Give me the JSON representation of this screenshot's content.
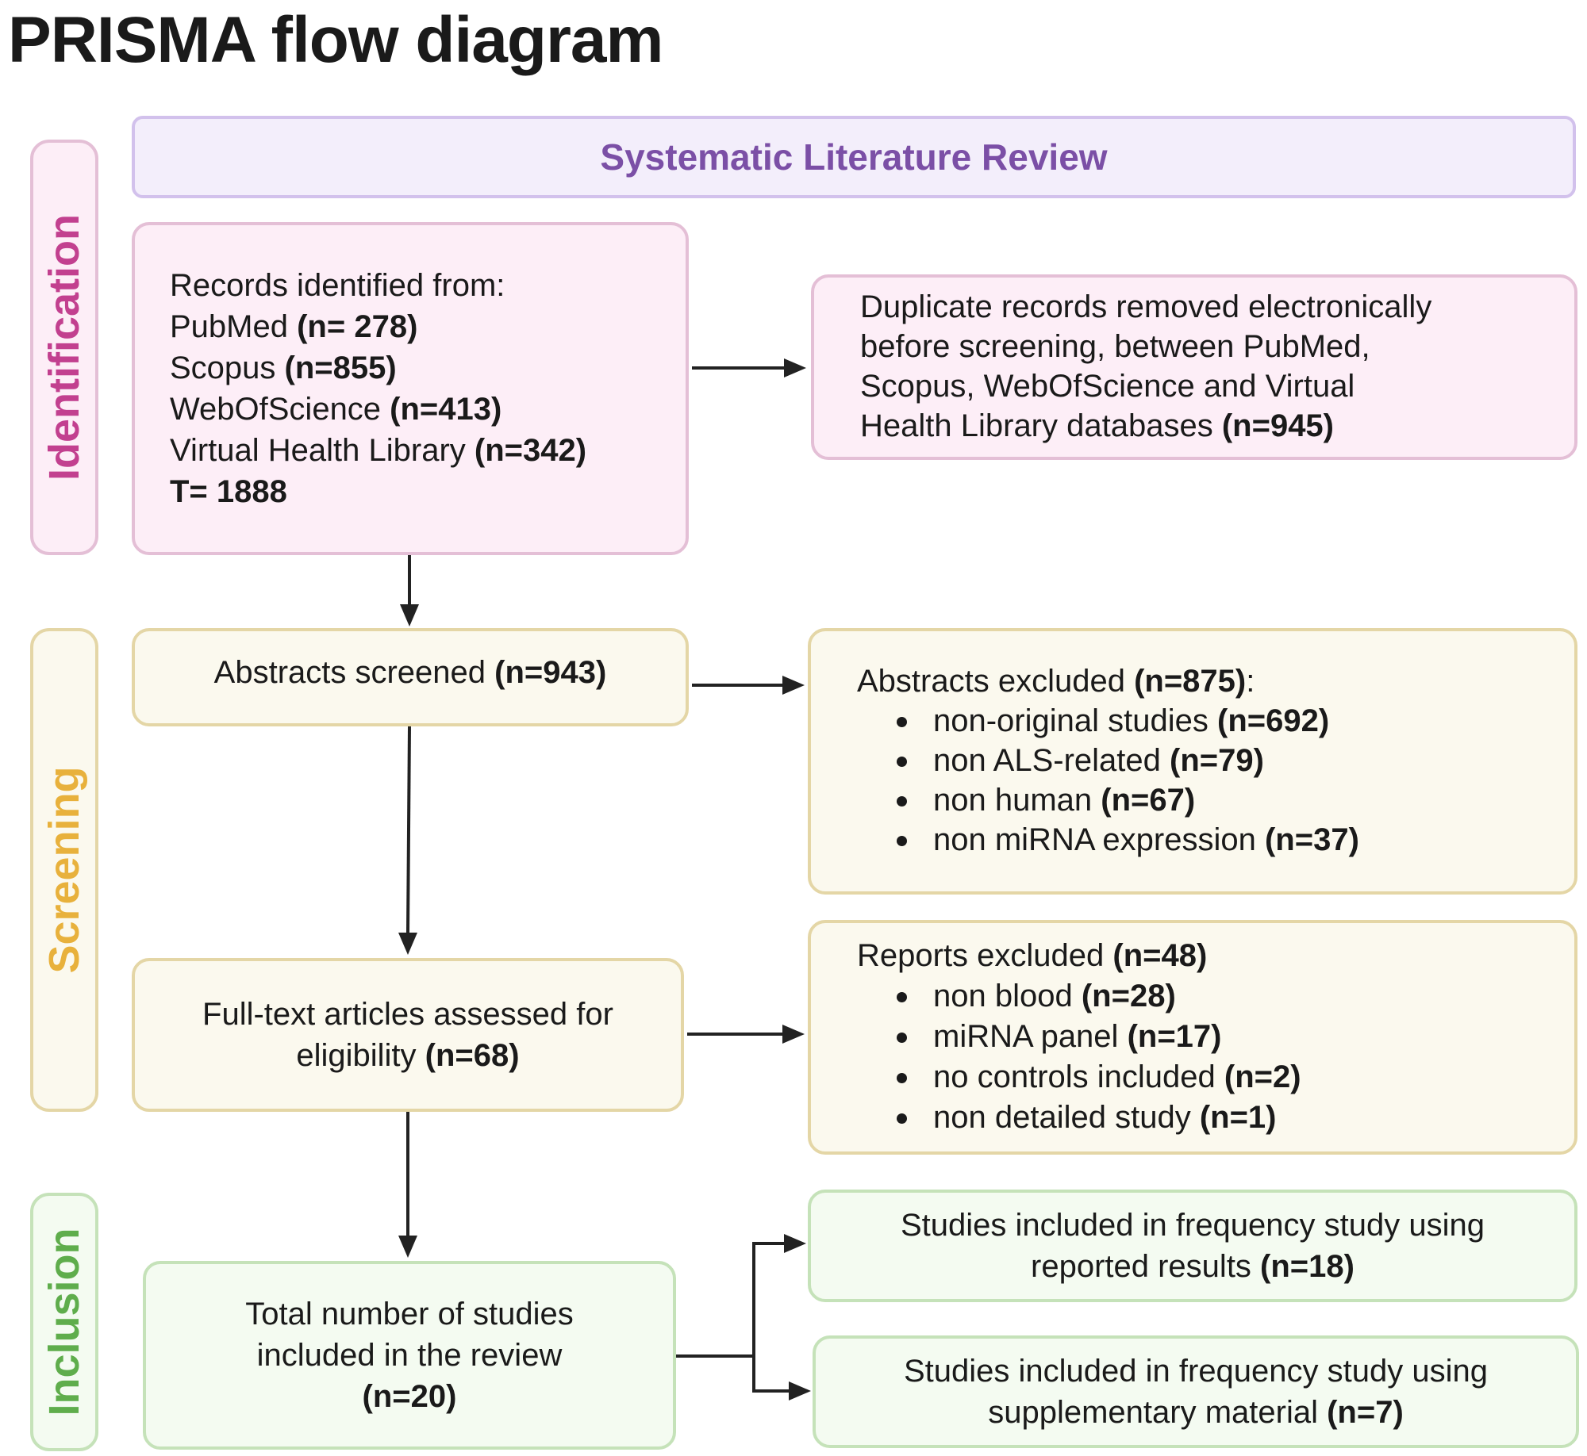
{
  "title": "PRISMA flow diagram",
  "header": {
    "label": "Systematic Literature Review"
  },
  "phases": {
    "identification": "Identification",
    "screening": "Screening",
    "inclusion": "Inclusion"
  },
  "records": {
    "heading": "Records identified from:",
    "sources": [
      {
        "name": "PubMed ",
        "count": "(n= 278)"
      },
      {
        "name": "Scopus ",
        "count": "(n=855)"
      },
      {
        "name": "WebOfScience ",
        "count": "(n=413)"
      },
      {
        "name": "Virtual Health Library ",
        "count": "(n=342)"
      }
    ],
    "total": "T= 1888"
  },
  "duplicates": {
    "lines": [
      "Duplicate records removed electronically",
      "before screening, between PubMed,",
      "Scopus, WebOfScience and Virtual"
    ],
    "last_line": "Health Library databases ",
    "count": "(n=945)"
  },
  "abstracts_screened": {
    "label": "Abstracts screened ",
    "count": "(n=943)"
  },
  "abstracts_excluded": {
    "label": "Abstracts excluded ",
    "count": "(n=875)",
    "suffix": ":",
    "items": [
      {
        "label": "non-original studies ",
        "count": "(n=692)"
      },
      {
        "label": "non ALS-related ",
        "count": "(n=79)"
      },
      {
        "label": "non human ",
        "count": "(n=67)"
      },
      {
        "label": "non miRNA expression ",
        "count": "(n=37)"
      }
    ]
  },
  "fulltext": {
    "line1": "Full-text articles assessed for",
    "line2": "eligibility ",
    "count": "(n=68)"
  },
  "reports_excluded": {
    "label": "Reports excluded ",
    "count": "(n=48)",
    "items": [
      {
        "label": "non blood ",
        "count": "(n=28)"
      },
      {
        "label": "miRNA panel ",
        "count": "(n=17)"
      },
      {
        "label": "no controls included ",
        "count": "(n=2)"
      },
      {
        "label": "non detailed study ",
        "count": "(n=1)"
      }
    ]
  },
  "total_included": {
    "line1": "Total number of studies",
    "line2": "included in the review",
    "count": "(n=20)"
  },
  "freq_reported": {
    "line1": "Studies included in frequency study using",
    "line2": "reported results ",
    "count": "(n=18)"
  },
  "freq_supplementary": {
    "line1": "Studies included in frequency study using",
    "line2": "supplementary material ",
    "count": "(n=7)"
  },
  "colors": {
    "identification": "#c2408f",
    "screening": "#e8b13c",
    "inclusion": "#5fad4c",
    "header_text": "#7b4fa6",
    "pink_bg": "#fdeef7",
    "yellow_bg": "#fbf9ee",
    "green_bg": "#f4fbf1",
    "purple_bg": "#f3eefb",
    "arrow": "#222222"
  }
}
